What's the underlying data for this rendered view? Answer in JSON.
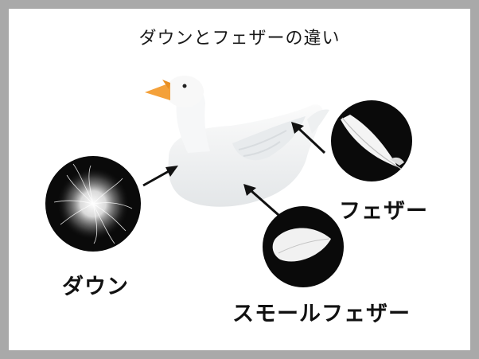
{
  "title": "ダウンとフェザーの違い",
  "labels": {
    "down": "ダウン",
    "feather": "フェザー",
    "small_feather": "スモールフェザー"
  },
  "colors": {
    "frame": "#a9a9a9",
    "background": "#ffffff",
    "beak": "#f4a13a",
    "circle": "#0a0a0a",
    "arrow": "#111111",
    "goose_body": "#f2f3f4"
  },
  "icons": {
    "goose": "goose-illustration",
    "down_photo": "down-cluster-photo",
    "feather_photo": "feather-photo",
    "small_feather_photo": "small-feather-photo"
  }
}
